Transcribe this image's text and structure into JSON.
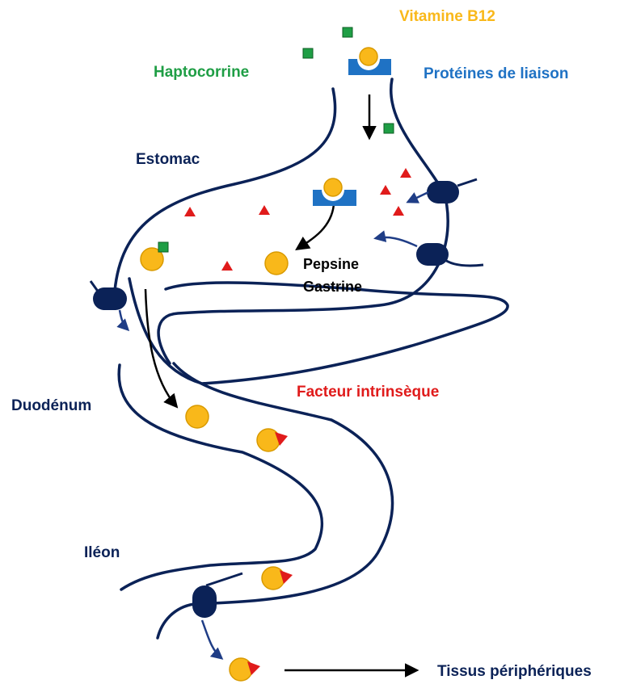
{
  "labels": {
    "vitamin_b12": "Vitamine B12",
    "haptocorrin": "Haptocorrine",
    "binding_proteins": "Protéines de liaison",
    "stomach": "Estomac",
    "pepsin": "Pepsine",
    "gastrin": "Gastrine",
    "intrinsic_factor": "Facteur intrinsèque",
    "duodenum": "Duodénum",
    "ileum": "Iléon",
    "peripheral_tissues": "Tissus périphériques"
  },
  "colors": {
    "vitamin_b12": "#f9b81a",
    "haptocorrin": "#1f9e45",
    "binding_proteins": "#1f72c4",
    "intrinsic_factor": "#e01b1b",
    "tract_outline": "#0b2257",
    "receptor": "#0b2257",
    "label_dark": "#0b2257",
    "label_black": "#000000"
  }
}
